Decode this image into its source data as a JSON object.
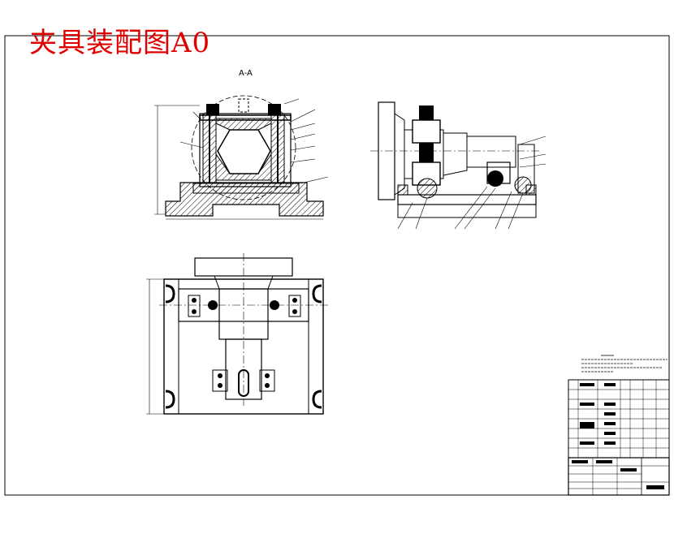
{
  "title": "夹具装配图A0",
  "section_label": "A-A",
  "colors": {
    "title": "#e00000",
    "line": "#000000",
    "background": "#ffffff",
    "hatch": "#000000"
  },
  "views": [
    "section-view-a-a",
    "side-view",
    "top-view"
  ],
  "notes_visible": true,
  "parts_table_visible": true,
  "title_block_visible": true
}
